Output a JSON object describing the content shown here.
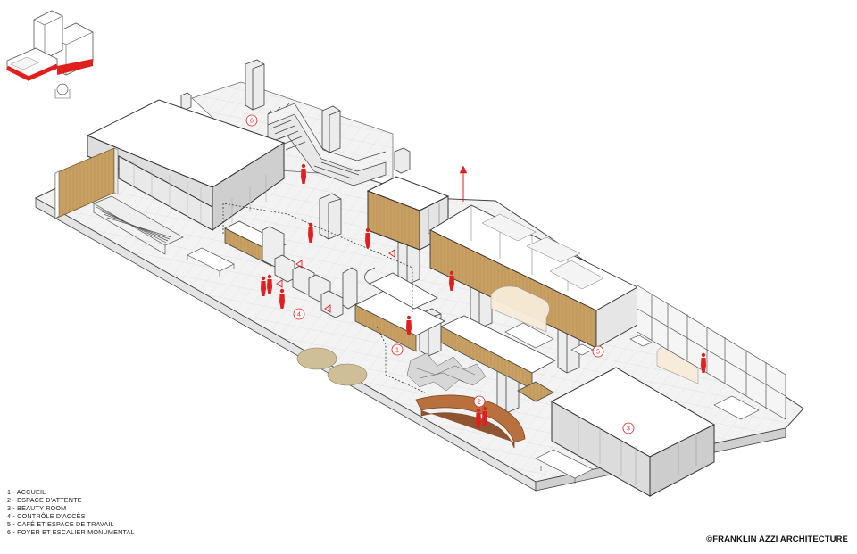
{
  "legend": [
    "1 - ACCUEIL",
    "2 - ESPACE D'ATTENTE",
    "3 - BEAUTY ROOM",
    "4 - CONTRÔLE D'ACCÈS",
    "5 - CAFÉ ET ESPACE DE TRAVAIL",
    "6 - FOYER ET ESCALIER MONUMENTAL"
  ],
  "markers": [
    "1",
    "2",
    "3",
    "4",
    "5",
    "6"
  ],
  "credit": "©FRANKLIN AZZI ARCHITECTURE",
  "colors": {
    "accent_red": "#e0201e",
    "wood": "#c8a062",
    "floor": "#f2f2f2",
    "outline": "#333333",
    "bench_wood": "#b8703e",
    "wall_shadow": "#dcdcdc"
  }
}
